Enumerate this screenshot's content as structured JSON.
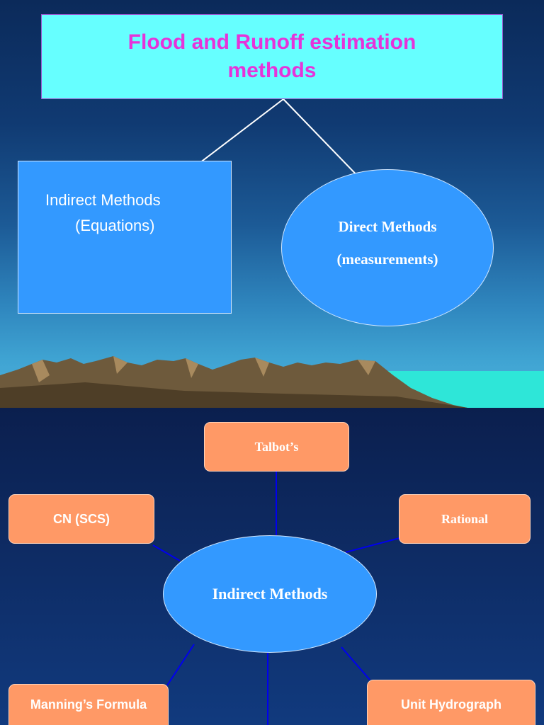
{
  "slide1": {
    "title": "Flood and Runoff estimation methods",
    "indirect": {
      "line1": "Indirect Methods",
      "line2": "(Equations)"
    },
    "direct": {
      "line1": "Direct Methods",
      "line2": "(measurements)"
    }
  },
  "slide2": {
    "center": "Indirect Methods",
    "nodes": {
      "talbot": "Talbot’s",
      "cn": "CN (SCS)",
      "rational": "Rational",
      "manning": "Manning’s Formula",
      "unit_hydrograph": "Unit Hydrograph"
    }
  },
  "colors": {
    "title_bg": "#66ffff",
    "title_text": "#e633d9",
    "shape_fill": "#3399ff",
    "node_fill": "#ff9966",
    "connector": "#0000ee"
  }
}
